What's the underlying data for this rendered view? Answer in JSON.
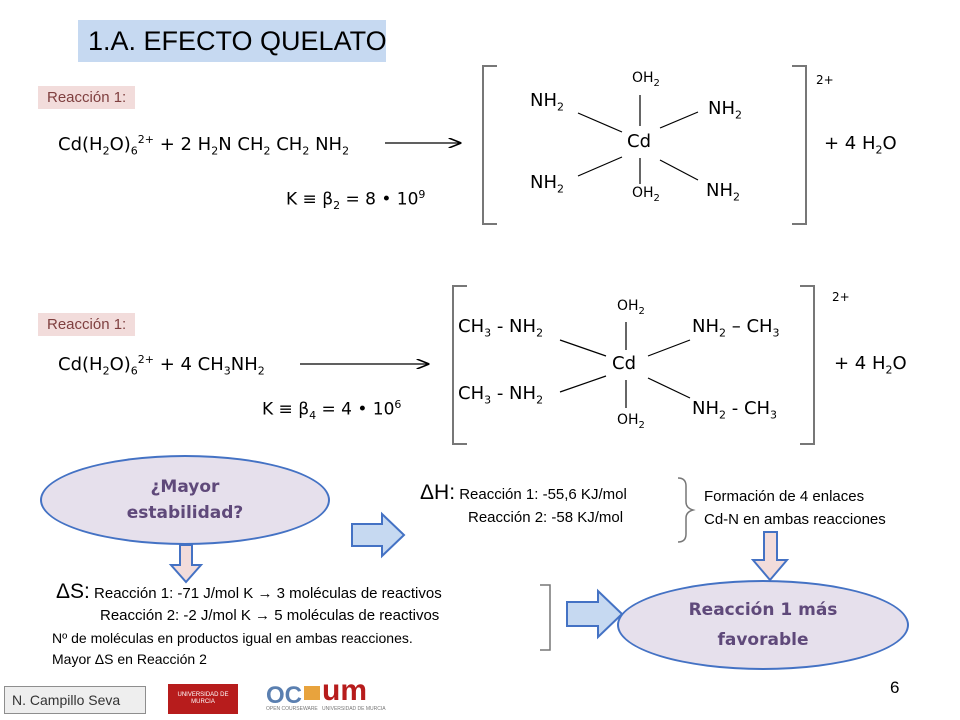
{
  "title": "1.A. EFECTO QUELATO",
  "reaction1": {
    "label": "Reacción 1:",
    "reactant_cd": "Cd(H",
    "reactant_sub1": "2",
    "reactant_o": "O)",
    "reactant_sub2": "6",
    "reactant_charge": "2+",
    "reactant_rest_a": " + 2 H",
    "reactant_sub3": "2",
    "reactant_rest_b": "N CH",
    "reactant_sub4": "2",
    "reactant_rest_c": " CH",
    "reactant_sub5": "2",
    "reactant_rest_d": " NH",
    "reactant_sub6": "2",
    "k_label": "K ≡ β",
    "k_sub": "2",
    "k_value": " = 8 • 10",
    "k_exp": "9",
    "complex": {
      "oh2_top": "OH",
      "oh2_top_sub": "2",
      "nh2_tl": "NH",
      "nh2_tl_sub": "2",
      "nh2_tr": "NH",
      "nh2_tr_sub": "2",
      "cd": "Cd",
      "nh2_bl": "NH",
      "nh2_bl_sub": "2",
      "nh2_br": "NH",
      "nh2_br_sub": "2",
      "oh2_bottom": "OH",
      "oh2_bottom_sub": "2",
      "charge": "2+"
    },
    "product": "+ 4 H",
    "product_sub": "2",
    "product_o": "O"
  },
  "reaction2": {
    "label": "Reacción 1:",
    "reactant_cd": "Cd(H",
    "reactant_sub1": "2",
    "reactant_o": "O)",
    "reactant_sub2": "6",
    "reactant_charge": "2+",
    "reactant_rest_a": " + 4 CH",
    "reactant_sub3": "3",
    "reactant_rest_b": "NH",
    "reactant_sub4": "2",
    "k_label": "K ≡ β",
    "k_sub": "4",
    "k_value": " = 4 •  10",
    "k_exp": "6",
    "complex": {
      "oh2_top": "OH",
      "oh2_top_sub": "2",
      "tl_a": "CH",
      "tl_sub1": "3",
      "tl_b": " - NH",
      "tl_sub2": "2",
      "tr_a": "NH",
      "tr_sub1": "2",
      "tr_b": " – CH",
      "tr_sub2": "3",
      "cd": "Cd",
      "bl_a": "CH",
      "bl_sub1": "3",
      "bl_b": " - NH",
      "bl_sub2": "2",
      "br_a": "NH",
      "br_sub1": "2",
      "br_b": " - CH",
      "br_sub2": "3",
      "oh2_bottom": "OH",
      "oh2_bottom_sub": "2",
      "charge": "2+"
    },
    "product": "+ 4 H",
    "product_sub": "2",
    "product_o": "O"
  },
  "question": {
    "line1": "¿Mayor",
    "line2": "estabilidad?"
  },
  "enthalpy": {
    "symbol": "ΔH:",
    "line1": " Reacción 1: -55,6 KJ/mol",
    "line2": "Reacción 2: -58 KJ/mol",
    "note1": "Formación de 4 enlaces",
    "note2": "Cd-N en ambas reacciones"
  },
  "entropy": {
    "symbol": "ΔS:",
    "line1": " Reacción 1: -71 J/mol K → 3 moléculas de reactivos",
    "line2": "Reacción 2: -2 J/mol K → 5 moléculas de reactivos",
    "line3": "Nº de moléculas en productos igual en ambas reacciones.",
    "line4": "Mayor ΔS en Reacción 2"
  },
  "conclusion": {
    "line1": "Reacción 1 más",
    "line2": "favorable"
  },
  "footer": {
    "author": "N. Campillo Seva",
    "logo1": "UNIVERSIDAD DE MURCIA",
    "logo2_a": "OC",
    "logo2_b": "OPEN COURSEWARE",
    "logo3_a": "um",
    "logo3_b": "UNIVERSIDAD DE MURCIA",
    "page": "6"
  },
  "colors": {
    "title_bg": "#c6d9f1",
    "badge_bg": "#f2dcdb",
    "ellipse_fill": "#e6e0ec",
    "ellipse_border": "#4472c4",
    "ellipse_text": "#5f497a",
    "block_arrow_fill": "#c6d9f1",
    "block_arrow_border": "#4472c4",
    "down_arrow_fill": "#f2dcdb"
  }
}
